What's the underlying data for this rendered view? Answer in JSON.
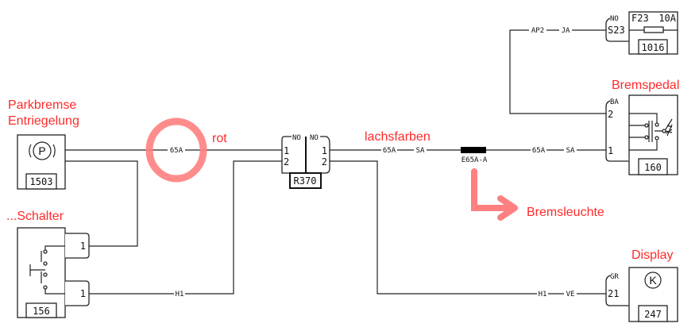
{
  "annotations": {
    "parkbremse_1": "Parkbremse",
    "parkbremse_2": "Entriegelung",
    "rot": "rot",
    "lachsfarben": "lachsfarben",
    "schalter": "...Schalter",
    "bremspedal": "Bremspedal",
    "bremsleuchte": "Bremsleuchte",
    "display": "Display",
    "color": "#ff2a2a",
    "marker_color": "#ff8080"
  },
  "components": {
    "c1503": {
      "id": "1503",
      "symbol": "P"
    },
    "c156": {
      "id": "156",
      "pin_top": "1",
      "pin_bottom": "1"
    },
    "r370": {
      "id": "R370",
      "left_header": "NO",
      "right_header": "NO",
      "pin1": "1",
      "pin2": "2"
    },
    "c1016": {
      "id": "1016",
      "connector_header": "NO",
      "connector": "S23",
      "fuse": "F23",
      "rating": "10A"
    },
    "c160": {
      "id": "160",
      "connector_header": "BA",
      "pin2": "2",
      "pin1": "1"
    },
    "c247": {
      "id": "247",
      "connector_header": "GR",
      "pin": "21",
      "symbol": "K"
    }
  },
  "wires": {
    "w_65a_left": "65A",
    "w_h1_left": "H1",
    "w_65a_mid": "65A",
    "w_sa_mid": "SA",
    "splice": "E65A-A",
    "w_65a_right": "65A",
    "w_sa_right": "SA",
    "w_ap2": "AP2",
    "w_ja": "JA",
    "w_h1_right": "H1",
    "w_ve": "VE"
  }
}
